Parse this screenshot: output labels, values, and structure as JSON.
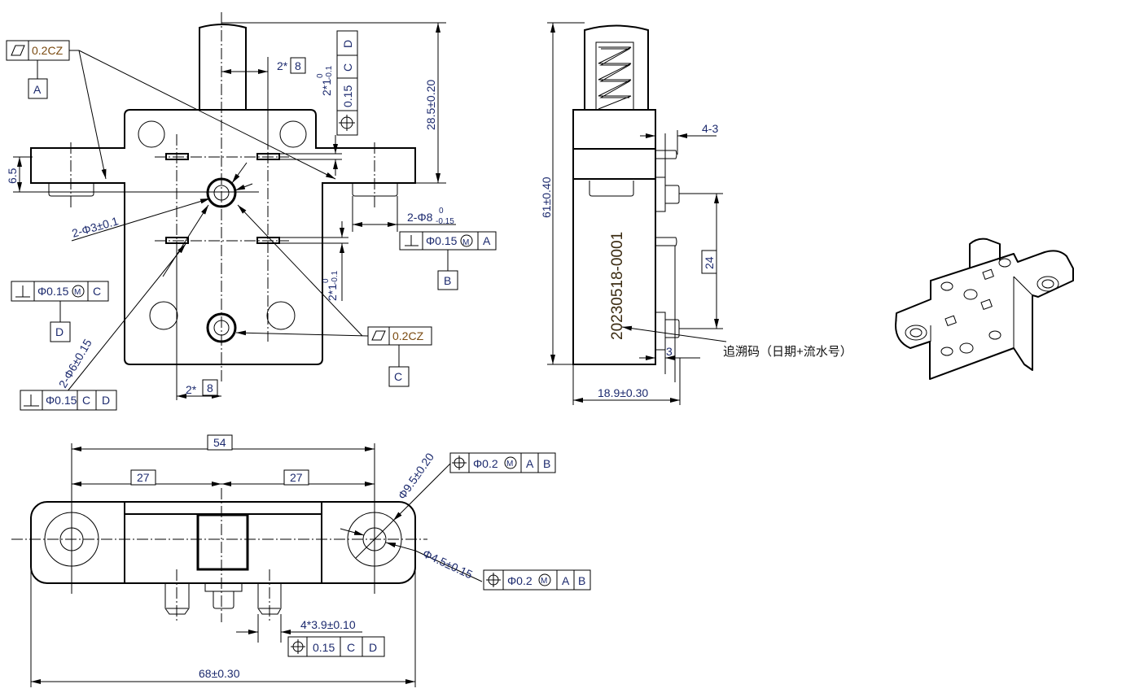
{
  "front_view": {
    "flatness_top": {
      "symbol": "flatness-icon",
      "value": "0.2CZ",
      "datum": "A"
    },
    "dim_pitch_top": {
      "prefix": "2*",
      "value": "8"
    },
    "dim_slot_top": {
      "text": "2*1",
      "upper": "0",
      "lower": "-0.1"
    },
    "position_vertical": {
      "symbol": "position-icon",
      "value": "0.15",
      "datums": [
        "C",
        "D"
      ]
    },
    "dim_height": "28.5±0.20",
    "dim_flange": "6.5",
    "hole_small": "2-Φ3±0.1",
    "boss": {
      "text": "2-Φ8",
      "upper": "0",
      "lower": "-0.15"
    },
    "perp_B": {
      "symbol": "perpendicularity-icon",
      "value": "Φ0.15",
      "modifier": "M",
      "datum_ref": "A",
      "datum": "B"
    },
    "perp_D": {
      "symbol": "perpendicularity-icon",
      "value": "Φ0.15",
      "modifier": "M",
      "datum_ref": "C",
      "datum": "D"
    },
    "dim_slot_bottom": {
      "text": "2*1",
      "upper": "0",
      "lower": "-0.1"
    },
    "flatness_C": {
      "symbol": "flatness-icon",
      "value": "0.2CZ",
      "datum": "C"
    },
    "hole_large": "2-Φ6±0.15",
    "perp_bottom": {
      "symbol": "perpendicularity-icon",
      "value": "Φ0.15",
      "datums": [
        "C",
        "D"
      ]
    },
    "dim_pitch_bottom": {
      "prefix": "2*",
      "value": "8"
    }
  },
  "side_view": {
    "dim_pin": "4-3",
    "dim_height": "61±0.40",
    "dim_pitch": "24",
    "serial": "20230518-0001",
    "serial_note": "追溯码（日期+流水号）",
    "dim_offset": "3",
    "dim_width": "18.9±0.30"
  },
  "bottom_view": {
    "dim_total_pitch": "54",
    "dim_half_left": "27",
    "dim_half_right": "27",
    "outer_dia": "Φ9.5±0.20",
    "position_outer": {
      "symbol": "position-icon",
      "value": "Φ0.2",
      "modifier": "M",
      "datums": [
        "A",
        "B"
      ]
    },
    "inner_dia": "Φ4.5±0.15",
    "position_inner": {
      "symbol": "position-icon",
      "value": "Φ0.2",
      "modifier": "M",
      "datums": [
        "A",
        "B"
      ]
    },
    "pin_dia": "4*3.9±0.10",
    "position_pins": {
      "symbol": "position-icon",
      "value": "0.15",
      "datums": [
        "C",
        "D"
      ]
    },
    "dim_length": "68±0.30"
  }
}
